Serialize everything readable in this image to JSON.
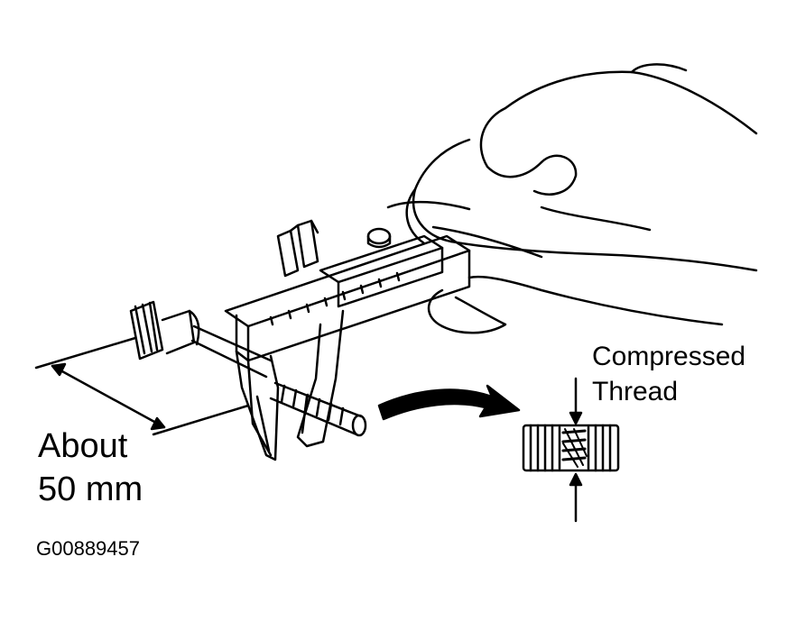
{
  "diagram": {
    "dimension_label": {
      "line1": "About",
      "line2": "50 mm"
    },
    "detail_label": {
      "line1": "Compressed",
      "line2": "Thread"
    },
    "figure_id": "G00889457"
  },
  "colors": {
    "ink": "#000000",
    "paper": "#ffffff"
  },
  "icons": {
    "hand": "hand-icon",
    "caliper": "vernier-caliper-icon",
    "bolt": "bolt-icon",
    "arrow": "curved-arrow-icon",
    "thread": "compressed-thread-icon"
  }
}
